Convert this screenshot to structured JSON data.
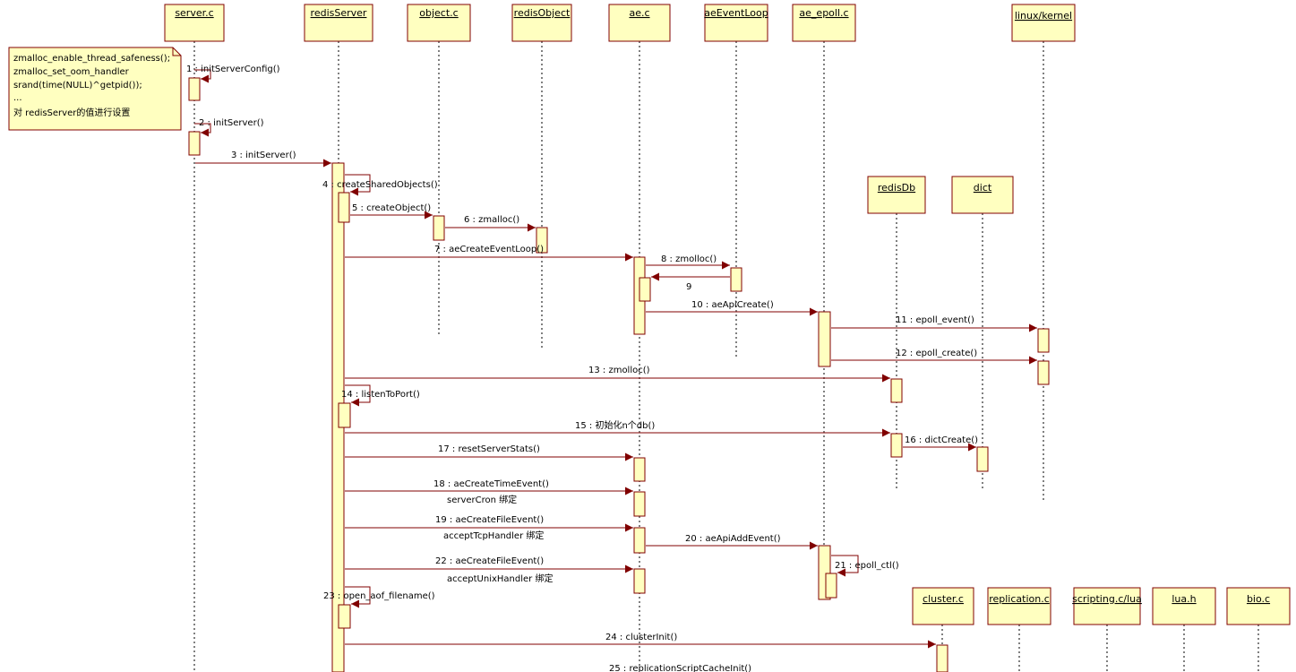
{
  "participants": [
    {
      "id": "server_c",
      "label": "server.c"
    },
    {
      "id": "redisServer",
      "label": "redisServer"
    },
    {
      "id": "object_c",
      "label": "object.c"
    },
    {
      "id": "redisObject",
      "label": "redisObject"
    },
    {
      "id": "ae_c",
      "label": "ae.c"
    },
    {
      "id": "aeEventLoop",
      "label": "aeEventLoop"
    },
    {
      "id": "ae_epoll_c",
      "label": "ae_epoll.c"
    },
    {
      "id": "linux_kernel",
      "label": "linux/kernel"
    },
    {
      "id": "redisDb",
      "label": "redisDb"
    },
    {
      "id": "dict",
      "label": "dict"
    },
    {
      "id": "cluster_c",
      "label": "cluster.c"
    },
    {
      "id": "replication_c",
      "label": "replication.c"
    },
    {
      "id": "scripting_c_lua",
      "label": "scripting.c/lua"
    },
    {
      "id": "lua_h",
      "label": "lua.h"
    },
    {
      "id": "bio_c",
      "label": "bio.c"
    }
  ],
  "note": {
    "lines": [
      "zmalloc_enable_thread_safeness();",
      "zmalloc_set_oom_handler",
      "srand(time(NULL)^getpid());",
      "...",
      "对 redisServer的值进行设置"
    ]
  },
  "messages": [
    {
      "n": "1",
      "label": "1 : initServerConfig()"
    },
    {
      "n": "2",
      "label": "2 : initServer()"
    },
    {
      "n": "3",
      "label": "3 : initServer()"
    },
    {
      "n": "4",
      "label": "4 : createSharedObjects()"
    },
    {
      "n": "5",
      "label": "5 : createObject()"
    },
    {
      "n": "6",
      "label": "6 : zmalloc()"
    },
    {
      "n": "7",
      "label": "7 : aeCreateEventLoop()"
    },
    {
      "n": "8",
      "label": "8 : zmolloc()"
    },
    {
      "n": "9",
      "label": "9"
    },
    {
      "n": "10",
      "label": "10 : aeApiCreate()"
    },
    {
      "n": "11",
      "label": "11 : epoll_event()"
    },
    {
      "n": "12",
      "label": "12 : epoll_create()"
    },
    {
      "n": "13",
      "label": "13 : zmolloc()"
    },
    {
      "n": "14",
      "label": "14 : listenToPort()"
    },
    {
      "n": "15",
      "label": "15 : 初始化n个db()"
    },
    {
      "n": "16",
      "label": "16 : dictCreate()"
    },
    {
      "n": "17",
      "label": "17 : resetServerStats()"
    },
    {
      "n": "18",
      "label": "18 : aeCreateTimeEvent()"
    },
    {
      "n": "18b",
      "label": "serverCron 绑定"
    },
    {
      "n": "19",
      "label": "19 : aeCreateFileEvent()"
    },
    {
      "n": "19b",
      "label": "acceptTcpHandler 绑定"
    },
    {
      "n": "20",
      "label": "20 : aeApiAddEvent()"
    },
    {
      "n": "21",
      "label": "21 : epoll_ctl()"
    },
    {
      "n": "22",
      "label": "22 : aeCreateFileEvent()"
    },
    {
      "n": "22b",
      "label": "acceptUnixHandler 绑定"
    },
    {
      "n": "23",
      "label": "23 : open_aof_filename()"
    },
    {
      "n": "24",
      "label": "24 : clusterInit()"
    },
    {
      "n": "25",
      "label": "25 : replicationScriptCacheInit()"
    }
  ]
}
